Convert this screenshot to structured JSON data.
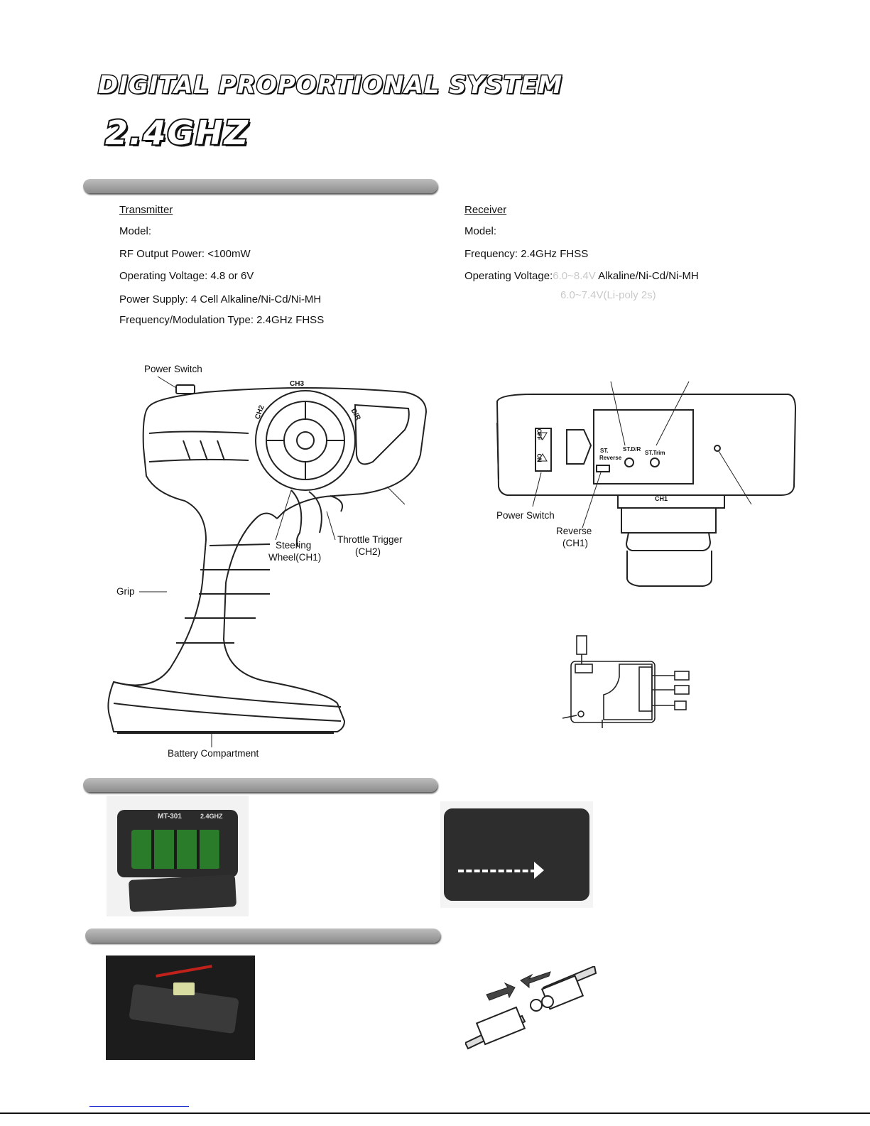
{
  "logo": {
    "line1": "DIGITAL PROPORTIONAL SYSTEM",
    "line2": "2.4GHZ"
  },
  "transmitter": {
    "heading": "Transmitter",
    "model_label": "Model:",
    "rf_output": "RF Output Power: <100mW",
    "operating_voltage": "Operating Voltage: 4.8 or 6V",
    "power_supply": "Power Supply: 4 Cell Alkaline/Ni-Cd/Ni-MH",
    "frequency": "Frequency/Modulation Type: 2.4GHz FHSS"
  },
  "receiver": {
    "heading": "Receiver",
    "model_label": "Model:",
    "frequency": "Frequency: 2.4GHz  FHSS",
    "operating_voltage_label": "Operating Voltage:",
    "voltage_range_1": "6.0~8.4V",
    "voltage_type_1": "Alkaline/Ni-Cd/Ni-MH",
    "voltage_line_2": "6.0~7.4V(Li-poly 2s)"
  },
  "transmitter_diagram": {
    "power_switch": "Power Switch",
    "ch3": "CH3",
    "ch2": "CH2",
    "dr": "D/R",
    "steering_line1": "Steering",
    "steering_line2": "Wheel(CH1)",
    "throttle_line1": "Throttle Trigger",
    "throttle_line2": "(CH2)",
    "grip": "Grip",
    "battery": "Battery Compartment"
  },
  "panel_diagram": {
    "power_switch": "Power Switch",
    "reverse_line1": "Reverse",
    "reverse_line2": "(CH1)",
    "st_dr": "ST.D/R",
    "st_trim": "ST.Trim",
    "st_reverse_1": "ST.",
    "st_reverse_2": "Reverse",
    "ch1": "CH1",
    "off": "OFF",
    "on": "ON"
  },
  "photos": {
    "remote_model": "MT-301",
    "remote_freq": "2.4GHZ"
  }
}
